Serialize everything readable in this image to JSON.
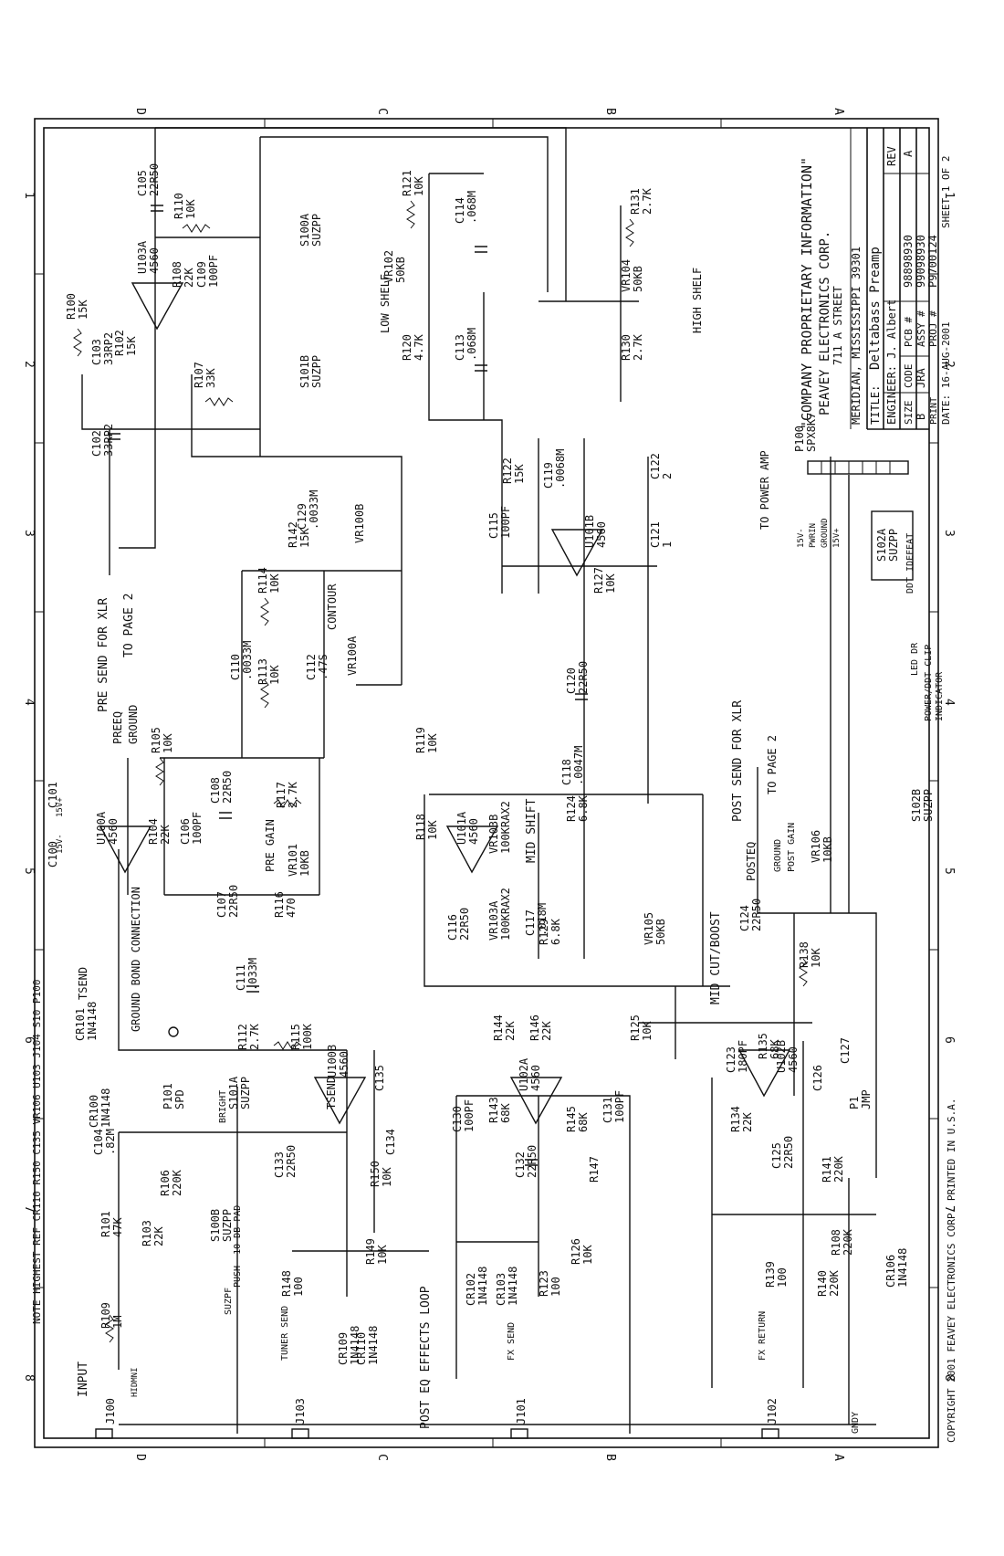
{
  "title_block": {
    "confidential": "\"COMPANY PROPRIETARY INFORMATION\"",
    "company": "PEAVEY ELECTRONICS CORP.",
    "street": "711 A STREET",
    "city": "MERIDIAN, MISSISSIPPI   39301",
    "title_label": "TITLE:",
    "title": "Deltabass Preamp",
    "engineer": "ENGINEER: J. Albert",
    "rev_label": "REV",
    "rev": "A",
    "size_label": "SIZE",
    "size": "B",
    "code_label": "CODE",
    "code": "JRA",
    "pcb_label": "PCB #",
    "pcb": "98898930",
    "assy_label": "ASSY #",
    "assy": "99098930",
    "proj_label": "PROJ #",
    "proj": "P9700124",
    "print_label": "PRINT",
    "date": "DATE: 16-AUG-2001",
    "sheet": "SHEET 1 OF 2"
  },
  "border": {
    "cols": [
      "1",
      "2",
      "3",
      "4",
      "5",
      "6",
      "7",
      "8"
    ],
    "rows": [
      "D",
      "C",
      "B",
      "A"
    ],
    "note": "NOTE HIGHEST REF CR110 R150 C135 VR106 U103 J104 S10  P100",
    "copyright": "COPYRIGHT 2001 FEAVEY ELECTRONICS CORP.   PRINTED IN U.S.A."
  },
  "components": {
    "C105": {
      "ref": "C105",
      "val": "22R50"
    },
    "R110": {
      "ref": "R110",
      "val": "10K"
    },
    "U103A": {
      "ref": "U103A",
      "val": "4560"
    },
    "R108": {
      "ref": "R108",
      "val": "22K"
    },
    "C109": {
      "ref": "C109",
      "val": "100PF"
    },
    "R100": {
      "ref": "R100",
      "val": "15K"
    },
    "C103": {
      "ref": "C103",
      "val": "33RP2"
    },
    "R102": {
      "ref": "R102",
      "val": "15K"
    },
    "R107": {
      "ref": "R107",
      "val": "33K"
    },
    "C102": {
      "ref": "C102",
      "val": "33RP2"
    },
    "S100A": {
      "ref": "S100A",
      "val": "SUZPP"
    },
    "S101B": {
      "ref": "S101B",
      "val": "SUZPP"
    },
    "R121": {
      "ref": "R121",
      "val": "10K"
    },
    "C114": {
      "ref": "C114",
      "val": ".068M"
    },
    "VR102": {
      "ref": "VR102",
      "val": "50KB"
    },
    "R120": {
      "ref": "R120",
      "val": "4.7K"
    },
    "C113": {
      "ref": "C113",
      "val": ".068M"
    },
    "R131": {
      "ref": "R131",
      "val": "2.7K"
    },
    "VR104": {
      "ref": "VR104",
      "val": "50KB"
    },
    "R130": {
      "ref": "R130",
      "val": "2.7K"
    },
    "R122": {
      "ref": "R122",
      "val": "15K"
    },
    "C119": {
      "ref": "C119",
      "val": ".0068M"
    },
    "C122": {
      "ref": "C122",
      "val": "2"
    },
    "C115": {
      "ref": "C115",
      "val": "100PF"
    },
    "U101B": {
      "ref": "U101B",
      "val": "4560"
    },
    "C121": {
      "ref": "C121",
      "val": "1"
    },
    "C129": {
      "ref": "C129",
      "val": ".0033M"
    },
    "R142": {
      "ref": "R142",
      "val": "15K"
    },
    "VR100B": {
      "ref": "VR100B",
      "val": ""
    },
    "R114": {
      "ref": "R114",
      "val": "10K"
    },
    "R127": {
      "ref": "R127",
      "val": "10K"
    },
    "C110": {
      "ref": "C110",
      "val": ".0033M"
    },
    "R113": {
      "ref": "R113",
      "val": "10K"
    },
    "C112": {
      "ref": "C112",
      "val": ".47S"
    },
    "VR100A": {
      "ref": "VR100A",
      "val": ""
    },
    "C120": {
      "ref": "C120",
      "val": "22R50"
    },
    "P100": {
      "ref": "P100",
      "val": "SPX8K7"
    },
    "S102A": {
      "ref": "S102A",
      "val": "SUZPP"
    },
    "R105": {
      "ref": "R105",
      "val": "10K"
    },
    "C108": {
      "ref": "C108",
      "val": "22R50"
    },
    "R117": {
      "ref": "R117",
      "val": "2.7K"
    },
    "C101": {
      "ref": "C101",
      "val": ""
    },
    "C100": {
      "ref": "C100",
      "val": ""
    },
    "U100A": {
      "ref": "U100A",
      "val": "4560"
    },
    "R104": {
      "ref": "R104",
      "val": "22K"
    },
    "C106": {
      "ref": "C106",
      "val": "100PF"
    },
    "VR101": {
      "ref": "VR101",
      "val": "10KB"
    },
    "C107": {
      "ref": "C107",
      "val": "22R50"
    },
    "R116": {
      "ref": "R116",
      "val": "470"
    },
    "R119": {
      "ref": "R119",
      "val": "10K"
    },
    "C118": {
      "ref": "C118",
      "val": ".0047M"
    },
    "R118": {
      "ref": "R118",
      "val": "10K"
    },
    "U101A": {
      "ref": "U101A",
      "val": "4560"
    },
    "VR103B": {
      "ref": "VR103B",
      "val": "100KRAX2"
    },
    "R124": {
      "ref": "R124",
      "val": "6.8K"
    },
    "VR103A": {
      "ref": "VR103A",
      "val": "100KRAX2"
    },
    "C117": {
      "ref": "C117",
      "val": ".018M"
    },
    "R129": {
      "ref": "R129",
      "val": "6.8K"
    },
    "VR105": {
      "ref": "VR105",
      "val": "50KB"
    },
    "C116": {
      "ref": "C116",
      "val": "22R50"
    },
    "S102B": {
      "ref": "S102B",
      "val": "SUZPP"
    },
    "VR106": {
      "ref": "VR106",
      "val": "10KB"
    },
    "C124": {
      "ref": "C124",
      "val": "22R50"
    },
    "C111": {
      "ref": "C111",
      "val": ".033M"
    },
    "R112": {
      "ref": "R112",
      "val": "2.7K"
    },
    "R115": {
      "ref": "R115",
      "val": "100K"
    },
    "R138": {
      "ref": "R138",
      "val": "10K"
    },
    "R144": {
      "ref": "R144",
      "val": "22K"
    },
    "R146": {
      "ref": "R146",
      "val": "22K"
    },
    "R125": {
      "ref": "R125",
      "val": "10K"
    },
    "C123": {
      "ref": "C123",
      "val": "180PF"
    },
    "R135": {
      "ref": "R135",
      "val": "68K"
    },
    "U102B": {
      "ref": "U102B",
      "val": "4560"
    },
    "C127": {
      "ref": "C127",
      "val": ""
    },
    "C126": {
      "ref": "C126",
      "val": ""
    },
    "CR101": {
      "ref": "CR101",
      "val": "1N4148"
    },
    "CR100": {
      "ref": "CR100",
      "val": "1N4148"
    },
    "P101": {
      "ref": "P101",
      "val": "SPD"
    },
    "S101A": {
      "ref": "S101A",
      "val": "SUZPP"
    },
    "U100B": {
      "ref": "U100B",
      "val": "4560"
    },
    "C135": {
      "ref": "C135",
      "val": ""
    },
    "C134": {
      "ref": "C134",
      "val": ""
    },
    "C130": {
      "ref": "C130",
      "val": "100PF"
    },
    "R143": {
      "ref": "R143",
      "val": "68K"
    },
    "U102A": {
      "ref": "U102A",
      "val": "4560"
    },
    "R145": {
      "ref": "R145",
      "val": "68K"
    },
    "C131": {
      "ref": "C131",
      "val": "100PF"
    },
    "R134": {
      "ref": "R134",
      "val": "22K"
    },
    "P1": {
      "ref": "P1",
      "val": "JMP"
    },
    "C104": {
      "ref": "C104",
      "val": ".82M"
    },
    "R106": {
      "ref": "R106",
      "val": "220K"
    },
    "C133": {
      "ref": "C133",
      "val": "22R50"
    },
    "R150": {
      "ref": "R150",
      "val": "10K"
    },
    "C132": {
      "ref": "C132",
      "val": "22R50"
    },
    "R147": {
      "ref": "R147",
      "val": ""
    },
    "C125": {
      "ref": "C125",
      "val": "22R50"
    },
    "R141": {
      "ref": "R141",
      "val": "220K"
    },
    "R101": {
      "ref": "R101",
      "val": "47K"
    },
    "R103": {
      "ref": "R103",
      "val": "22K"
    },
    "S100B": {
      "ref": "S100B",
      "val": "SUZPP"
    },
    "R149": {
      "ref": "R149",
      "val": "10K"
    },
    "CR102": {
      "ref": "CR102",
      "val": "1N4148"
    },
    "CR103": {
      "ref": "CR103",
      "val": "1N4148"
    },
    "R126": {
      "ref": "R126",
      "val": "10K"
    },
    "R123": {
      "ref": "R123",
      "val": "100"
    },
    "R139": {
      "ref": "R139",
      "val": "100"
    },
    "R140": {
      "ref": "R140",
      "val": "220K"
    },
    "R108b": {
      "ref": "R108",
      "val": "220K"
    },
    "CR106": {
      "ref": "CR106",
      "val": "1N4148"
    },
    "R109": {
      "ref": "R109",
      "val": "1M"
    },
    "R148": {
      "ref": "R148",
      "val": "100"
    },
    "CR109": {
      "ref": "CR109",
      "val": "1N4148"
    },
    "CR110": {
      "ref": "CR110",
      "val": "1N4148"
    },
    "J100": {
      "ref": "J100",
      "val": ""
    },
    "J103": {
      "ref": "J103",
      "val": ""
    },
    "J101": {
      "ref": "J101",
      "val": ""
    },
    "J102": {
      "ref": "J102",
      "val": ""
    }
  },
  "labels": {
    "low_shelf": "LOW SHELF",
    "high_shelf": "HIGH SHELF",
    "to_power_amp": "TO POWER AMP",
    "ddt_idefeat": "DDT IDEFEAT",
    "power_ddt_clip": "POWER/DDT CLIP",
    "indicator": "INDICATOR",
    "led_dr": "LED DR",
    "contour": "CONTOUR",
    "pre_send_xlr": "PRE SEND FOR XLR",
    "to_page2_a": "TO PAGE 2",
    "preeq": "PREEQ",
    "ground_a": "GROUND",
    "pre_gain": "PRE GAIN",
    "mid_shift": "MID SHIFT",
    "mid_cut_boost": "MID CUT/BOOST",
    "post_send_xlr": "POST SEND FOR XLR",
    "to_page2_b": "TO PAGE 2",
    "posteq": "POSTEQ",
    "ground_b": "GROUND",
    "post_gain": "POST GAIN",
    "tsend_a": "TSEND",
    "ground_bond": "GROUND BOND CONNECTION",
    "bright": "BRIGHT",
    "tsend_b": "TSEND",
    "input": "INPUT",
    "push_pad": "PUSH -10 DB PAD",
    "tuner_send": "TUNER SEND",
    "fx_send": "FX SEND",
    "fx_return": "FX RETURN",
    "post_eq_loop": "POST EQ EFFECTS LOOP",
    "hidmni": "HIDMNI",
    "suzpf": "SUZPF",
    "gndy": "GNDY",
    "p100_pins": [
      "15V-",
      "PWRIN",
      "GROUND",
      "15V+"
    ],
    "rail_neg": "15V-",
    "rail_pos": "15V+"
  },
  "colors": {
    "ink": "#111111",
    "paper": "#ffffff"
  }
}
